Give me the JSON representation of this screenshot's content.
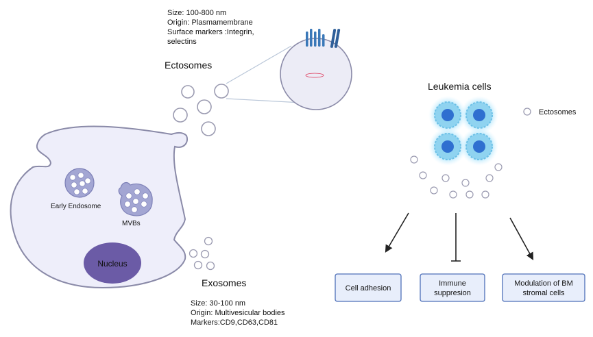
{
  "ectosome_info": {
    "lines": [
      "Size: 100-800 nm",
      "Origin: Plasmamembrane",
      "Surface markers :Integrin,",
      "selectins"
    ]
  },
  "labels": {
    "ectosomes": "Ectosomes",
    "exosomes": "Exosomes",
    "early_endosome": "Early  Endosome",
    "mvbs": "MVBs",
    "nucleus": "Nucleus",
    "leukemia_cells": "Leukemia cells",
    "legend_ectosomes": "Ectosomes"
  },
  "exosome_info": {
    "lines": [
      "Size: 30-100 nm",
      "Origin: Multivesicular bodies",
      "Markers:CD9,CD63,CD81"
    ]
  },
  "effects": {
    "cell_adhesion": "Cell adhesion",
    "immune_suppression": [
      "Immune",
      "suppresion"
    ],
    "modulation": [
      "Modulation of BM",
      "stromal cells"
    ]
  },
  "colors": {
    "cell_fill": "#eeeefa",
    "cell_stroke": "#8a8aa8",
    "vesicle_body": "#a3a6d3",
    "nucleus": "#6b5ba6",
    "leukemia_outer": "#8fd3f0",
    "leukemia_inner": "#2f6fd0",
    "receptor": "#3a78b8",
    "box_fill": "#e8eefb",
    "box_stroke": "#4d6fb8"
  }
}
